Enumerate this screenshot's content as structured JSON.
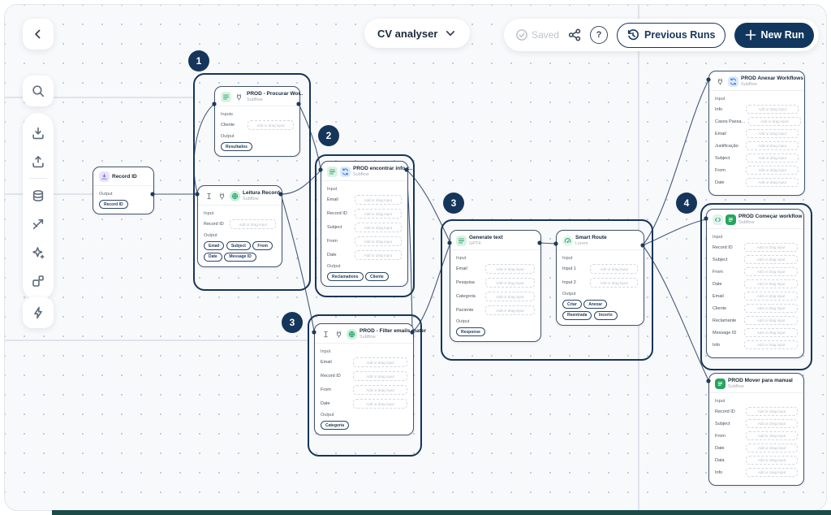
{
  "topbar": {
    "title": "CV analyser",
    "saved_label": "Saved",
    "help_label": "?",
    "previous_runs_label": "Previous Runs",
    "new_run_label": "New Run"
  },
  "sidebar": {
    "tools": [
      "search",
      "import",
      "export",
      "database",
      "branch",
      "ai-sparkles",
      "components",
      "run"
    ]
  },
  "badges": {
    "one": "1",
    "two": "2",
    "three_mid": "3",
    "three_low": "3",
    "four": "4"
  },
  "input_placeholder": "Add or drag input",
  "nodes": {
    "record": {
      "title": "Record ID",
      "subtitle": "",
      "icons": [
        "download"
      ],
      "sections": [
        {
          "label": "Output",
          "pills": [
            "Record ID"
          ]
        }
      ]
    },
    "procurar": {
      "title": "PROD - Procurar Wor..",
      "subtitle": "Subflow",
      "icons": [
        "list",
        "plug"
      ],
      "sections": [
        {
          "label": "Inputs",
          "rows": [
            "Cliente"
          ]
        },
        {
          "label": "Output",
          "pills": [
            "Resultados"
          ]
        }
      ]
    },
    "leitura": {
      "title": "Leitura Record",
      "subtitle": "Subflow",
      "icons": [
        "cursor",
        "plug",
        "globe"
      ],
      "sections": [
        {
          "label": "Input",
          "rows": [
            "Record ID"
          ]
        },
        {
          "label": "Output",
          "pills": [
            "Email",
            "Subject",
            "From",
            "Date",
            "Message ID"
          ]
        }
      ]
    },
    "encontrar": {
      "title": "PROD encontrar info c..",
      "subtitle": "Subflow",
      "icons": [
        "list",
        "sync"
      ],
      "sections": [
        {
          "label": "Input",
          "rows": [
            "Email",
            "Record ID",
            "Subject",
            "From",
            "Date"
          ]
        },
        {
          "label": "Output",
          "pills": [
            "Reclamations",
            "Cliente"
          ]
        }
      ]
    },
    "filter": {
      "title": "PROD - Filter emails mater",
      "subtitle": "Subflow",
      "icons": [
        "cursor",
        "plug",
        "globe"
      ],
      "sections": [
        {
          "label": "Input",
          "rows": [
            "Email",
            "Record ID",
            "From",
            "Date"
          ]
        },
        {
          "label": "Output",
          "pills": [
            "Categoria"
          ]
        }
      ]
    },
    "generate": {
      "title": "Generate text",
      "subtitle": "GPT4",
      "icons": [
        "list"
      ],
      "sections": [
        {
          "label": "Input",
          "rows": [
            "Email",
            "Pesquisa",
            "Categoria",
            "Paciente"
          ]
        },
        {
          "label": "Output",
          "pills": [
            "Response"
          ]
        }
      ]
    },
    "smart": {
      "title": "Smart Route",
      "subtitle": "Lorem",
      "icons": [
        "gauge"
      ],
      "sections": [
        {
          "label": "Input",
          "rows": [
            "Input 1",
            "Input 2"
          ]
        },
        {
          "label": "Output",
          "pills": [
            "Criar",
            "Anexar",
            "Reentrada",
            "Incerto"
          ]
        }
      ]
    },
    "anexar": {
      "title": "PROD Anexar Workflows",
      "subtitle": "Subflow",
      "icons": [
        "plug",
        "sync"
      ],
      "sections": [
        {
          "label": "Input",
          "rows": [
            "Info",
            "Casos Passa...",
            "Email",
            "Justificação",
            "Subject",
            "From",
            "Date"
          ]
        }
      ]
    },
    "comecar": {
      "title": "PROD Começar workflow",
      "subtitle": "Subflow",
      "icons": [
        "code",
        "sheet"
      ],
      "sections": [
        {
          "label": "Input",
          "rows": [
            "Record ID",
            "Subject",
            "From",
            "Date",
            "Email",
            "Cliente",
            "Reclamante",
            "Message ID",
            "Info"
          ]
        }
      ]
    },
    "mover": {
      "title": "PROD Mover para manual",
      "subtitle": "Subflow",
      "icons": [
        "sheet"
      ],
      "sections": [
        {
          "label": "Input",
          "rows": [
            "Record ID",
            "Subject",
            "From",
            "Date",
            "Data",
            "Info"
          ]
        }
      ]
    }
  }
}
